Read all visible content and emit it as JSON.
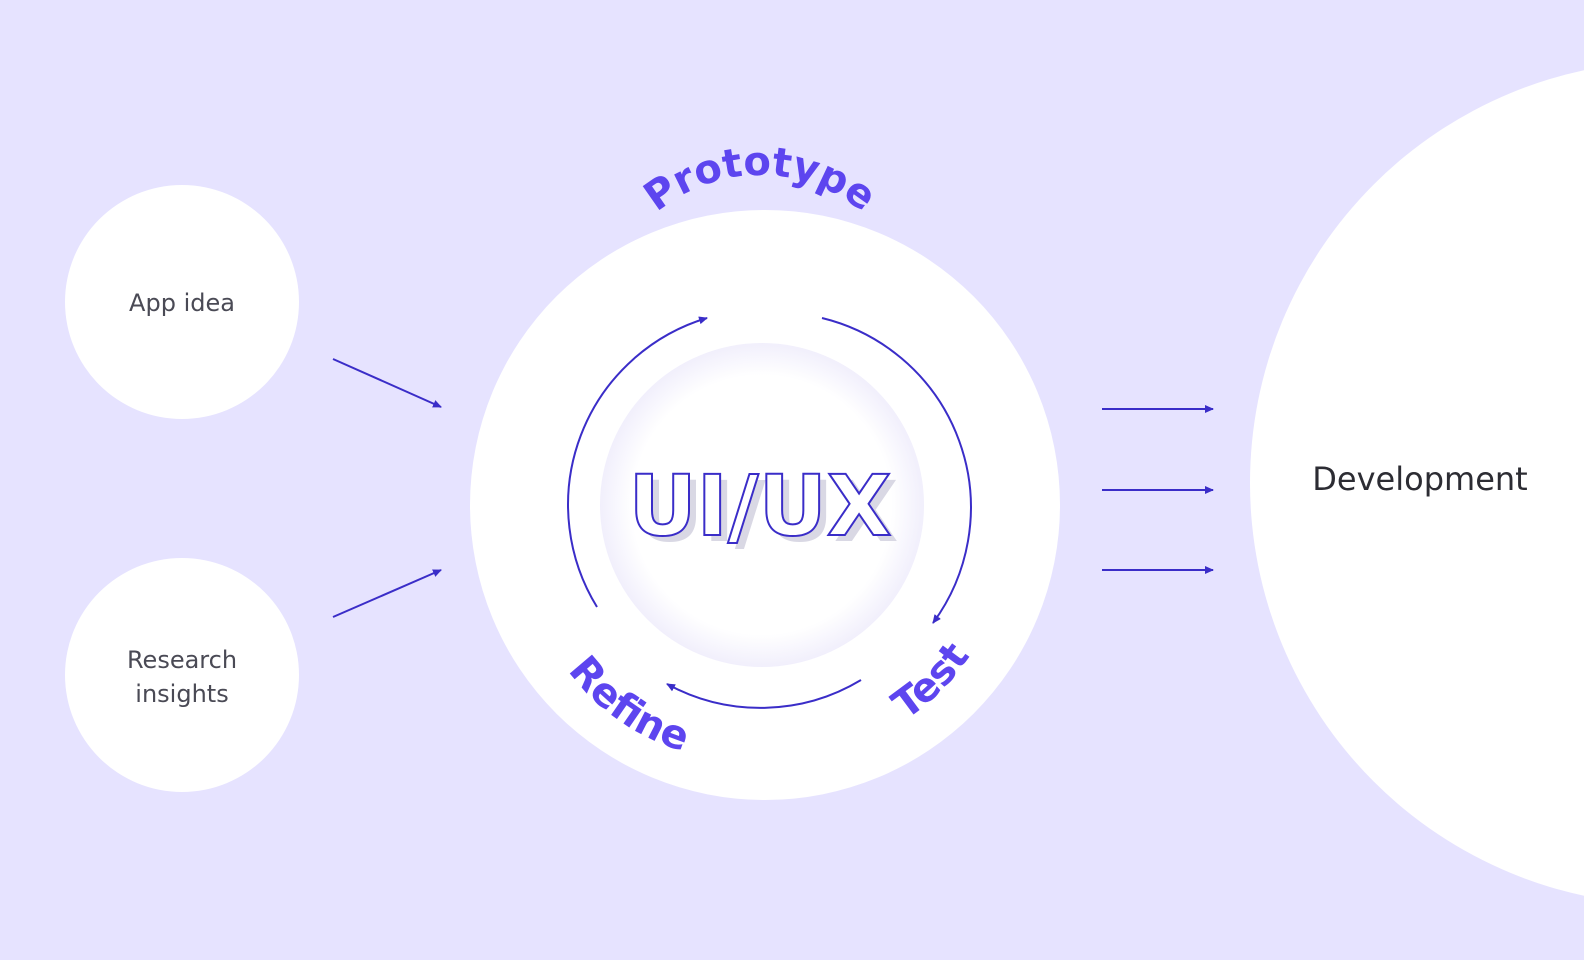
{
  "inputs": [
    {
      "label_lines": [
        "App idea"
      ]
    },
    {
      "label_lines": [
        "Research",
        "insights"
      ]
    }
  ],
  "cycle": {
    "center_title": "UI/UX",
    "phases": {
      "prototype": "Prototype",
      "test": "Test",
      "refine": "Refine"
    }
  },
  "output": {
    "label": "Development"
  },
  "colors": {
    "background": "#e6e3ff",
    "accent": "#5d45ef",
    "stroke": "#3a2dc8",
    "node_fill": "#ffffff",
    "text": "#4a4a55"
  }
}
